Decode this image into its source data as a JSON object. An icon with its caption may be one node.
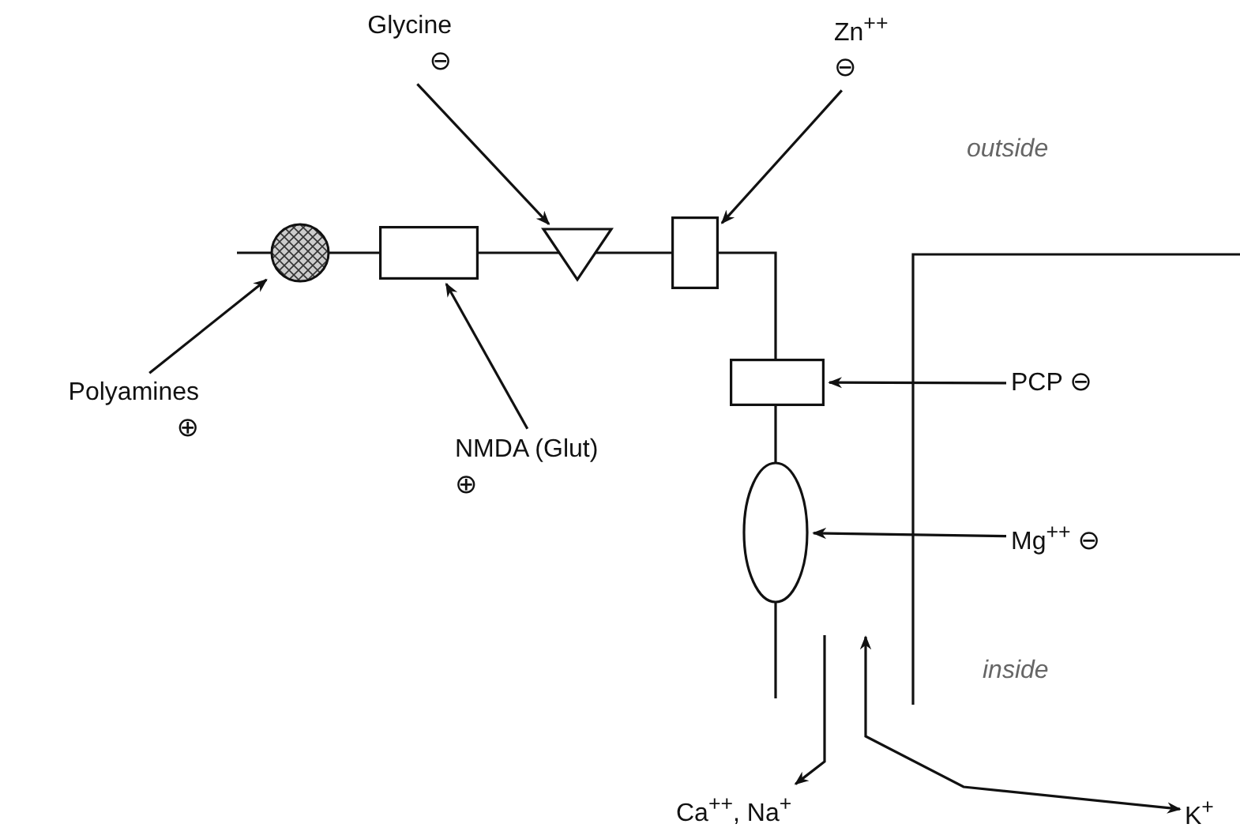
{
  "diagram": {
    "nodes": [
      {
        "text": [
          "Glycine",
          "⊖"
        ]
      },
      {
        "text": [
          "Zn$^{++}$",
          "⊖"
        ]
      },
      {
        "text": [],
        "shape": "circle"
      },
      {
        "text": [],
        "shape": "box"
      },
      {
        "text": [],
        "shape": "triangle"
      },
      {
        "text": [],
        "shape": "box"
      },
      {
        "text": [],
        "shape": "box"
      },
      {
        "text": [
          "PCP",
          "⊖"
        ]
      },
      {
        "text": [
          "Polyamines",
          "⊕"
        ]
      },
      {
        "text": [
          "NMDA (Glut)",
          "⊕"
        ]
      },
      {
        "text": [],
        "shape": "ellipse"
      },
      {
        "text": [
          "Mg$^{++}$",
          "⊖"
        ]
      },
      {
        "text": [
          "Ca$^{++}$, Na$^{+}$"
        ]
      },
      {
        "text": [
          "K$^{+}$"
        ]
      }
    ],
    "edges": [
      {
        "from": 0,
        "to": 4,
        "arrow": "to"
      },
      {
        "from": 1,
        "to": 5,
        "arrow": "to"
      },
      {
        "from": 7,
        "to": 6,
        "arrow": "to"
      },
      {
        "from": 8,
        "to": 2,
        "arrow": "to"
      },
      {
        "from": 9,
        "to": 3,
        "arrow": "to"
      },
      {
        "from": 11,
        "to": 10,
        "arrow": "to"
      },
      {
        "from": null,
        "to": 12,
        "arrow": "to"
      },
      {
        "from": null,
        "to": 13,
        "arrow": "both"
      }
    ],
    "labels": [
      "outside",
      "inside"
    ]
  }
}
